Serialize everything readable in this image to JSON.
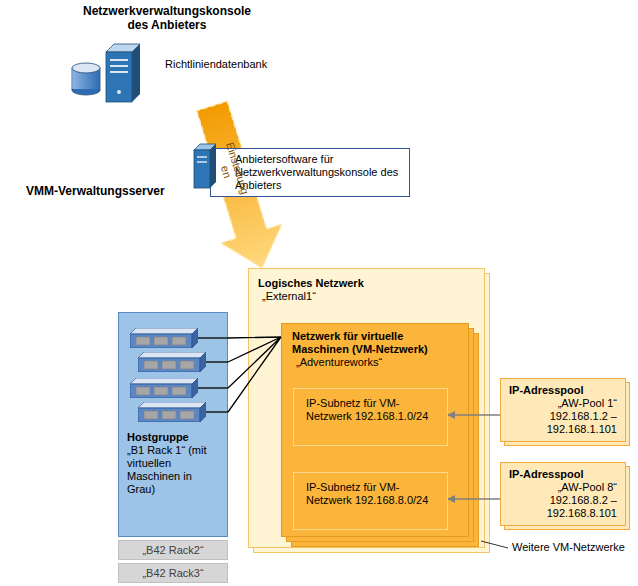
{
  "diagram": {
    "nodes": [
      {
        "text": [
          "Netzwerkverwaltungskonsole des Anbieters",
          "Richtliniendatenbank"
        ]
      },
      {
        "text": [
          "Anbietersoftware für Netzwerkverwaltungskonsole des Anbieters"
        ]
      },
      {
        "text": [
          "Logisches Netzwerk",
          "„External1“"
        ]
      },
      {
        "text": [
          "Netzwerk für virtuelle Maschinen (VM-Netzwerk)",
          "„Adventureworks“"
        ],
        "in": 2
      },
      {
        "text": [
          "IP-Subnetz für VM-Netzwerk 192.168.1.0/24"
        ],
        "in": 3
      },
      {
        "text": [
          "IP-Subnetz für VM-Netzwerk 192.168.8.0/24"
        ],
        "in": 3
      },
      {
        "text": [
          "IP-Adresspool",
          "„AW-Pool 1“ 192.168.1.2 – 192.168.1.101"
        ]
      },
      {
        "text": [
          "IP-Adresspool",
          "„AW-Pool 8“ 192.168.8.2 – 192.168.8.101"
        ]
      },
      {
        "text": [
          "Hostgruppe",
          "„B1 Rack 1“ (mit virtuellen Maschinen in Grau)"
        ]
      },
      {
        "text": [
          "„B42 Rack2“"
        ]
      },
      {
        "text": [
          "„B42 Rack3“"
        ]
      }
    ],
    "edges": [
      {
        "from": 0,
        "to": 2,
        "label": "Einstellung en",
        "arrow": "to"
      },
      {
        "from": 8,
        "to": 3,
        "arrow": "none"
      },
      {
        "from": 6,
        "to": 4,
        "arrow": "to"
      },
      {
        "from": 7,
        "to": 5,
        "arrow": "to"
      }
    ],
    "labels": [
      "VMM-Verwaltungsserver",
      "Weitere VM-Netzwerke"
    ]
  }
}
